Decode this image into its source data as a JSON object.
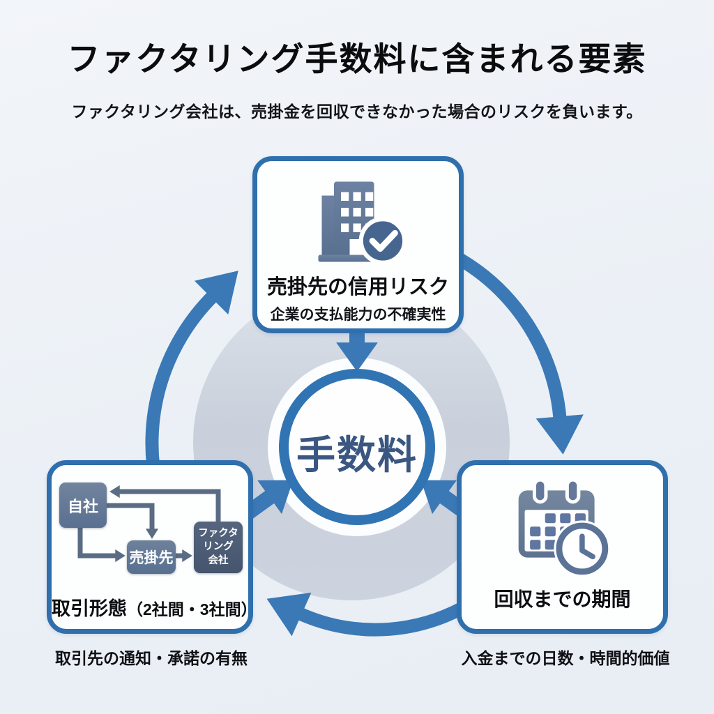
{
  "header": {
    "title": "ファクタリング手数料に含まれる要素",
    "subtitle": "ファクタリング会社は、売掛金を回収できなかった場合のリスクを負います。"
  },
  "center": {
    "label": "手数料"
  },
  "cards": {
    "credit_risk": {
      "icon": "building-check-icon",
      "title": "売掛先の信用リスク",
      "subtitle": "企業の支払能力の不確実性"
    },
    "transaction_form": {
      "icon": "company-flow-diagram",
      "title_main": "取引形態",
      "title_paren": "（2社間・3社間）",
      "caption": "取引先の通知・承諾の有無",
      "diagram": {
        "own_company": "自社",
        "client": "売掛先",
        "factoring_company": "ファクタ\nリング\n会社"
      }
    },
    "collection_period": {
      "icon": "calendar-clock-icon",
      "title": "回収までの期間",
      "caption": "入金までの日数・時間的価値"
    }
  },
  "colors": {
    "arrow_blue": "#3a79b6",
    "card_border_blue": "#2f6fad",
    "icon_slate": "#64799b",
    "icon_dark_slate": "#47668f",
    "center_text": "#3a5781",
    "background_ring": "#c9d0db"
  }
}
